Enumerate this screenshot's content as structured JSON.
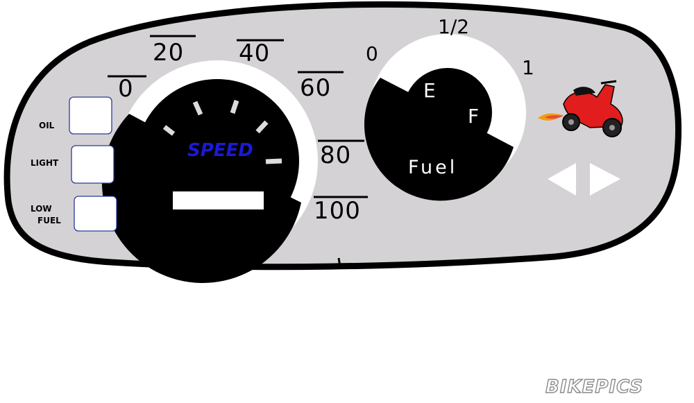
{
  "speed_scale": [
    {
      "label": "0"
    },
    {
      "label": "20"
    },
    {
      "label": "40"
    },
    {
      "label": "60"
    },
    {
      "label": "80"
    },
    {
      "label": "100"
    }
  ],
  "speed_label": "SPEED",
  "fuel": {
    "scale_empty": "0",
    "scale_half": "1/2",
    "scale_full": "1",
    "letter_empty": "E",
    "letter_full": "F",
    "label": "Fuel"
  },
  "warning_lights": {
    "oil": "OIL",
    "light": "LIGHT",
    "low_fuel_line1": "LOW",
    "low_fuel_line2": "FUEL"
  },
  "watermark": "BIKEPICS",
  "colors": {
    "panel": "#d4d2d5",
    "outline": "#000000",
    "speed_text": "#1a1ad6",
    "scooter_body": "#e21d1d"
  },
  "icons": [
    "turn-left-arrow-icon",
    "turn-right-arrow-icon",
    "scooter-logo-icon"
  ]
}
